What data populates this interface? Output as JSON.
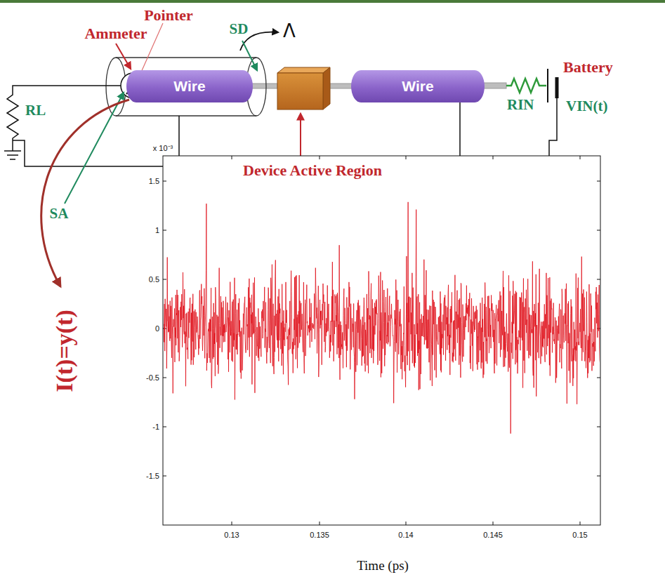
{
  "diagram": {
    "nodes": [
      {
        "text": [
          "Wire"
        ]
      },
      {
        "text": [
          "Wire"
        ]
      }
    ],
    "labels": [
      "Pointer",
      "Ammeter",
      "Λ",
      "SD",
      "SA",
      "RL",
      "Device Active Region",
      "Battery",
      "RIN",
      "VIN(t)",
      "x 10⁻³",
      "1.5",
      "1",
      "0.5",
      "0",
      "-0.5",
      "-1",
      "-1.5",
      "0.13",
      "0.135",
      "0.14",
      "0.145",
      "0.15",
      "I(t)=y(t)",
      "Time (ps)"
    ]
  }
}
